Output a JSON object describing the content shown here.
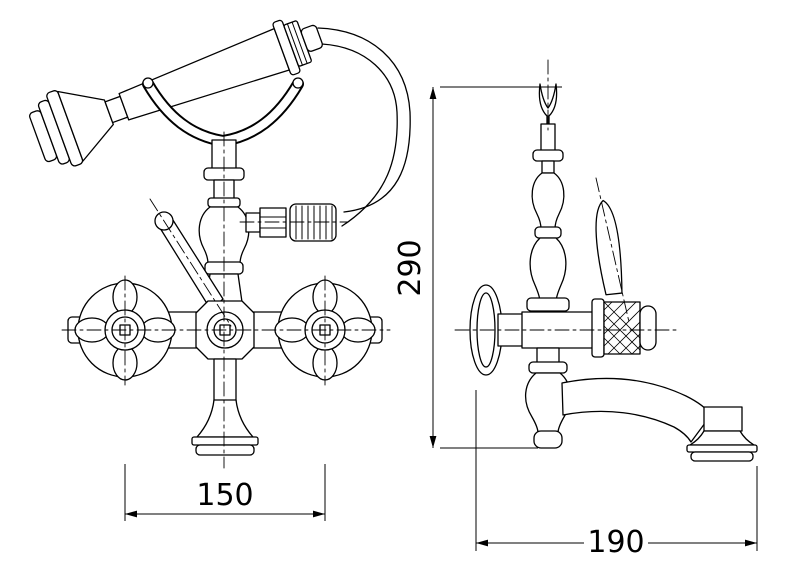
{
  "colors": {
    "line": "#000000",
    "background": "#ffffff"
  },
  "dimensions": {
    "handle_spacing": "150",
    "overall_height": "290",
    "spout_reach": "190"
  }
}
